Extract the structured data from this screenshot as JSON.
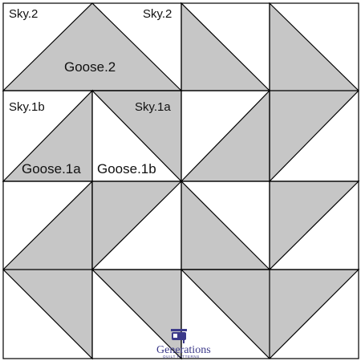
{
  "colors": {
    "goose_fill": "#c6c6c6",
    "sky_fill": "#ffffff",
    "line": "#000000",
    "logo": "#3c3a8a"
  },
  "labels": {
    "sky2_left": "Sky.2",
    "sky2_right": "Sky.2",
    "goose2": "Goose.2",
    "sky1b": "Sky.1b",
    "sky1a": "Sky.1a",
    "goose1a": "Goose.1a",
    "goose1b": "Goose.1b"
  },
  "logo": {
    "name": "Generations",
    "tagline": "QUILT PATTERNS",
    "icon": "sewing-machine-icon"
  }
}
